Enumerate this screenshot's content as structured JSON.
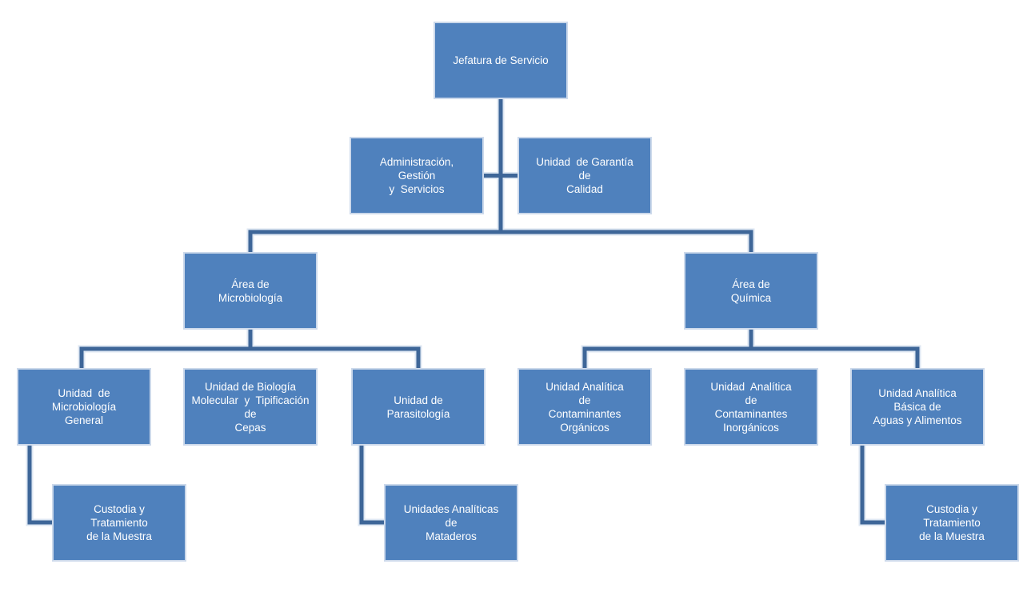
{
  "diagram": {
    "type": "org-chart",
    "nodes": {
      "jefatura": {
        "label": "Jefatura de Servicio"
      },
      "administracion": {
        "label": "Administración,\nGestión\ny  Servicios"
      },
      "garantia": {
        "label": "Unidad  de Garantía\nde\nCalidad"
      },
      "area_microbiologia": {
        "label": "Área de\nMicrobiología"
      },
      "area_quimica": {
        "label": "Área de\nQuímica"
      },
      "micro_general": {
        "label": "Unidad  de\nMicrobiología\nGeneral"
      },
      "biologia_molecular": {
        "label": "Unidad de Biología\nMolecular  y  Tipificación\nde\nCepas"
      },
      "parasitologia": {
        "label": "Unidad de\nParasitología"
      },
      "contaminantes_organicos": {
        "label": "Unidad Analítica\nde\nContaminantes\nOrgánicos"
      },
      "contaminantes_inorganicos": {
        "label": "Unidad  Analítica\nde\nContaminantes\nInorgánicos"
      },
      "aguas_alimentos": {
        "label": "Unidad Analítica\nBásica de\nAguas y Alimentos"
      },
      "custodia_microbiologia": {
        "label": "Custodia y\nTratamiento\nde la Muestra"
      },
      "mataderos": {
        "label": "Unidades Analíticas\nde\nMataderos"
      },
      "custodia_quimica": {
        "label": "Custodia y\nTratamiento\nde la Muestra"
      }
    },
    "colors": {
      "box_fill": "#4f81bd",
      "box_border": "#ccd9eb",
      "connector": "#3e6698",
      "connector_halo": "#dce6f2",
      "text": "#ffffff",
      "background": "#ffffff"
    }
  }
}
